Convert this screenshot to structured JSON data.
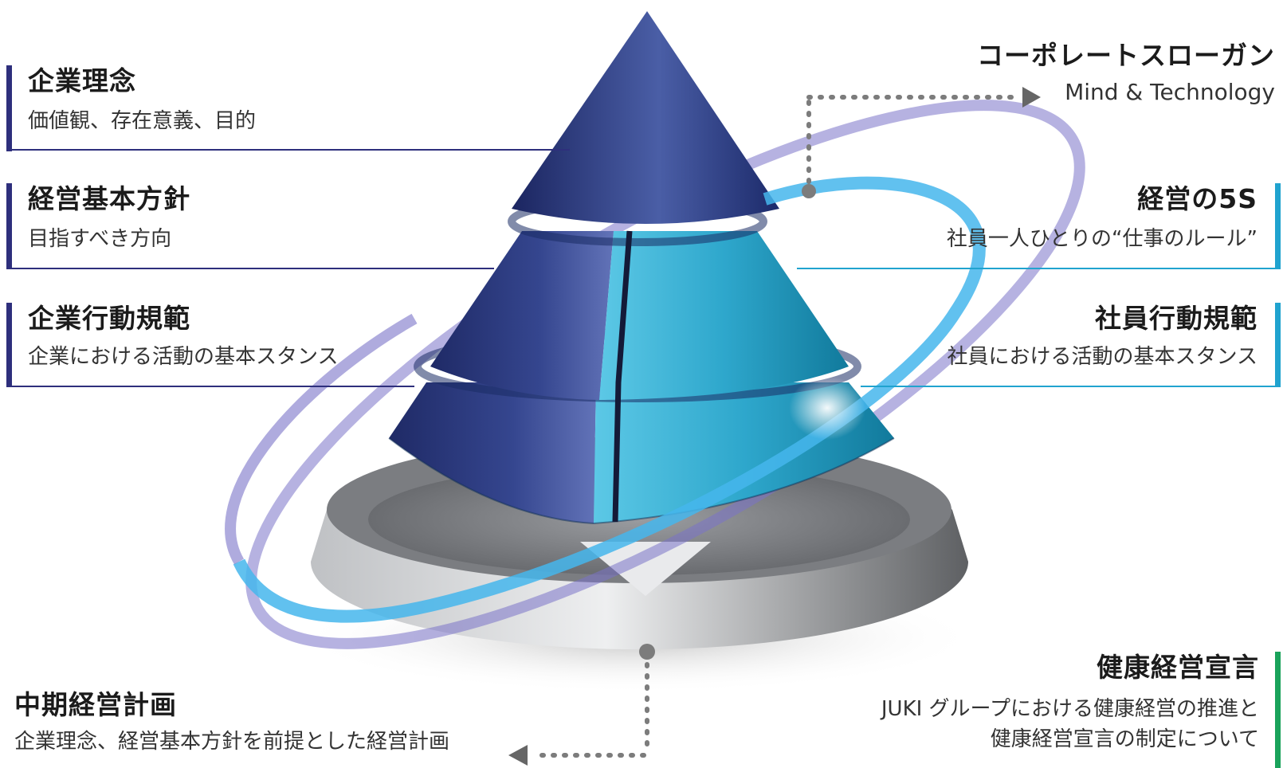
{
  "left_items": [
    {
      "title": "企業理念",
      "subtitle": "価値観、存在意義、目的"
    },
    {
      "title": "経営基本方針",
      "subtitle": "目指すべき方向"
    },
    {
      "title": "企業行動規範",
      "subtitle": "企業における活動の基本スタンス"
    }
  ],
  "right_items": [
    {
      "title": "経営の5S",
      "subtitle": "社員一人ひとりの“仕事のルール”"
    },
    {
      "title": "社員行動規範",
      "subtitle": "社員における活動の基本スタンス"
    }
  ],
  "slogan": {
    "title": "コーポレートスローガン",
    "subtitle": "Mind & Technology"
  },
  "midterm": {
    "title": "中期経営計画",
    "subtitle": "企業理念、経営基本方針を前提とした経営計画"
  },
  "health": {
    "title": "健康経営宣言",
    "line1": "JUKI グループにおける健康経営の推進と",
    "line2": "健康経営宣言の制定について"
  },
  "colors": {
    "navy": "#2e2f7c",
    "cyan": "#20a3cf",
    "green": "#1aa35b",
    "gray_base": "#8a8c8f"
  }
}
